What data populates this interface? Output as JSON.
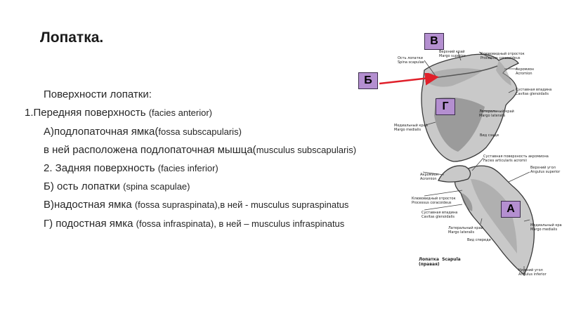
{
  "slide": {
    "title": "Лопатка.",
    "lines": [
      {
        "main": "Поверхности лопатки:",
        "sub": ""
      },
      {
        "main": "1.Передняя поверхность ",
        "sub": "(facies anterior)"
      },
      {
        "main": "А)подлопаточная ямка(",
        "sub": "fossa subscapularis)"
      },
      {
        "main": " в ней расположена подлопаточная мышца(",
        "sub": "musculus subscapularis)"
      },
      {
        "main": "2. Задняя поверхность ",
        "sub": "(facies inferior)"
      },
      {
        "main": "Б) ость лопатки ",
        "sub": "(spina scapulae)"
      },
      {
        "main": "В)надостная ямка ",
        "sub": "(fossa supraspinata),в ней - musculus supraspinatus"
      },
      {
        "main": "Г) подостная ямка ",
        "sub": "(fossa infraspinata), в ней – musculus infraspinatus"
      }
    ]
  },
  "badges": {
    "v": "В",
    "b": "Б",
    "g": "Г",
    "a": "А"
  },
  "figure_top": {
    "labels": {
      "os": "Ость лопатки\nSpina scapulae",
      "verh_krai": "Верхний край\nMargo superior",
      "kluvo": "Клювовидный отросток\nProcessus coracoideus",
      "akromion": "Акромион\nAcromion",
      "sust": "Суставная впадина\nCavitas glenoidalis",
      "lat_krai": "Латеральный край\nMargo lateralis",
      "med_krai": "Медиальный край\nMargo medialis",
      "vid": "Вид сзади"
    }
  },
  "figure_bottom": {
    "labels": {
      "sust_akr": "Суставная поверхность акромиона\nFacies articularis acromii",
      "akromion": "Акромион\nAcromion",
      "verh_ugol": "Верхний угол\nAngulus superior",
      "kluvo": "Клювовидный отросток\nProcessus coracoideus",
      "sust": "Суставная впадина\nCavitas glenoidalis",
      "med_krai": "Медиальный край\nMargo medialis",
      "lat_krai": "Латеральный край\nMargo lateralis",
      "vid": "Вид спереди",
      "nizh_ugol": "Нижний угол\nAngulus inferior"
    },
    "caption": "Лопатка  Scapula\n(правая)"
  },
  "colors": {
    "badge_fill": "#b48fd0",
    "arrow": "#e0202a"
  }
}
